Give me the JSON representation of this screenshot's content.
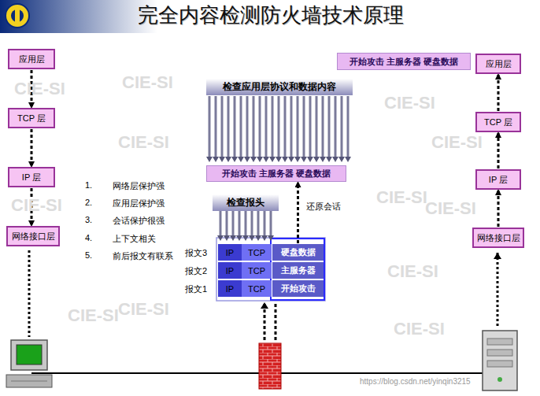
{
  "diagram": {
    "title": "完全内容检测防火墙技术原理",
    "nodes": [
      {
        "text": [
          "应用层"
        ]
      },
      {
        "text": [
          "TCP 层"
        ]
      },
      {
        "text": [
          "IP 层"
        ]
      },
      {
        "text": [
          "网络接口层"
        ]
      },
      {
        "text": [
          "开始攻击 主服务器 硬盘数据"
        ]
      },
      {
        "text": [
          "应用层"
        ]
      },
      {
        "text": [
          "TCP 层"
        ]
      },
      {
        "text": [
          "IP 层"
        ]
      },
      {
        "text": [
          "网络接口层"
        ]
      },
      {
        "text": [
          "检查应用层协议和数据内容"
        ]
      },
      {
        "text": [
          "开始攻击 主服务器 硬盘数据"
        ]
      },
      {
        "text": [
          "检查报头"
        ]
      },
      {
        "text": [
          "IP"
        ]
      },
      {
        "text": [
          "TCP"
        ]
      },
      {
        "text": [
          "硬盘数据"
        ]
      },
      {
        "text": [
          "IP"
        ]
      },
      {
        "text": [
          "TCP"
        ]
      },
      {
        "text": [
          "主服务器"
        ]
      },
      {
        "text": [
          "IP"
        ]
      },
      {
        "text": [
          "TCP"
        ]
      },
      {
        "text": [
          "开始攻击"
        ]
      }
    ],
    "edges": [
      {
        "from": 0,
        "to": 1,
        "arrow": "to"
      },
      {
        "from": 1,
        "to": 2,
        "arrow": "to"
      },
      {
        "from": 2,
        "to": 3,
        "arrow": "to"
      },
      {
        "from": 8,
        "to": 7,
        "arrow": "to"
      },
      {
        "from": 7,
        "to": 6,
        "arrow": "to"
      },
      {
        "from": 6,
        "to": 5,
        "arrow": "to"
      },
      {
        "from": 14,
        "to": 10,
        "label": "还原会话",
        "arrow": "to"
      }
    ],
    "labels": [
      "1.",
      "网络层保护强",
      "2.",
      "应用层保护强",
      "3.",
      "会话保护很强",
      "4.",
      "上下文相关",
      "5.",
      "前后报文有联系",
      "报文3",
      "报文2",
      "报文1",
      "CIE-SI",
      "CIE-SI",
      "CIE-SI",
      "CIE-SI",
      "CIE-SI",
      "CIE-SI",
      "CIE-SI",
      "CIE-SI",
      "CIE-SI",
      "CIE-SI",
      "CIE-SI",
      "CIE-SI",
      "https://blog.csdn.net/yinqin3215"
    ]
  }
}
